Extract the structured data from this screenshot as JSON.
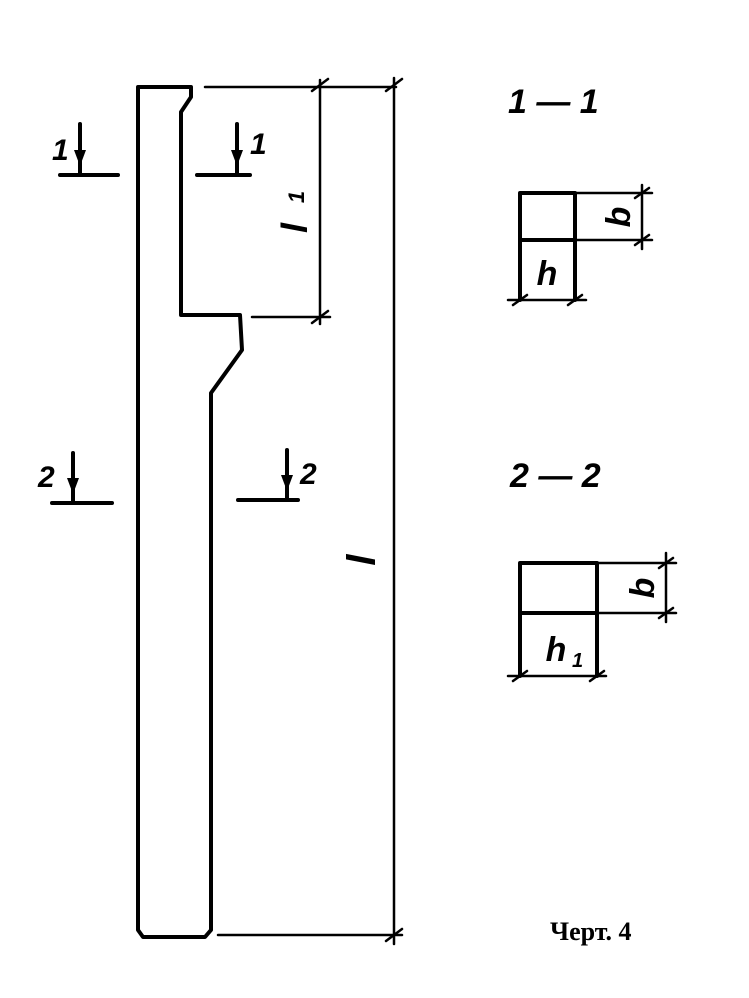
{
  "figure": {
    "caption": "Черт. 4"
  },
  "beam": {
    "section_mark_1": "1",
    "section_mark_2": "2",
    "dim_l1_label": "l",
    "dim_l1_sub": "1",
    "dim_l_label": "l"
  },
  "section_1_1": {
    "title": "1 — 1",
    "width_label": "h",
    "height_label": "b"
  },
  "section_2_2": {
    "title": "2 — 2",
    "width_label": "h",
    "width_sub": "1",
    "height_label": "b"
  }
}
